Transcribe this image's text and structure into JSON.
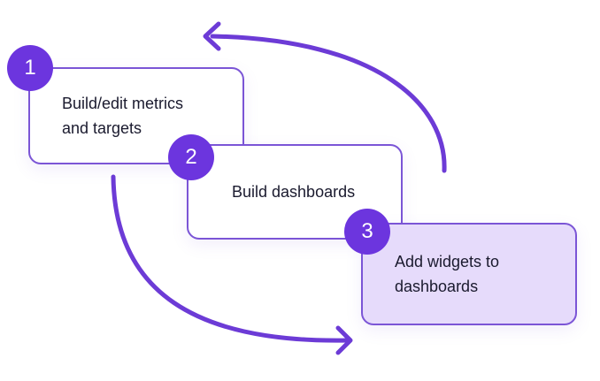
{
  "steps": [
    {
      "number": "1",
      "label": "Build/edit metrics\nand targets"
    },
    {
      "number": "2",
      "label": "Build dashboards"
    },
    {
      "number": "3",
      "label": "Add widgets to\ndashboards",
      "highlighted": true
    }
  ],
  "colors": {
    "accent": "#6c35de",
    "border": "#7b55d6",
    "highlight_fill": "#e6dbfb",
    "arrow": "#6c3bd6",
    "text": "#1a1a2e"
  },
  "arrows": [
    {
      "name": "loop-back-arrow",
      "from_step": "3",
      "to_step": "1",
      "direction": "up-left"
    },
    {
      "name": "forward-arrow",
      "from_step": "1",
      "to_step": "3",
      "direction": "down-right"
    }
  ]
}
